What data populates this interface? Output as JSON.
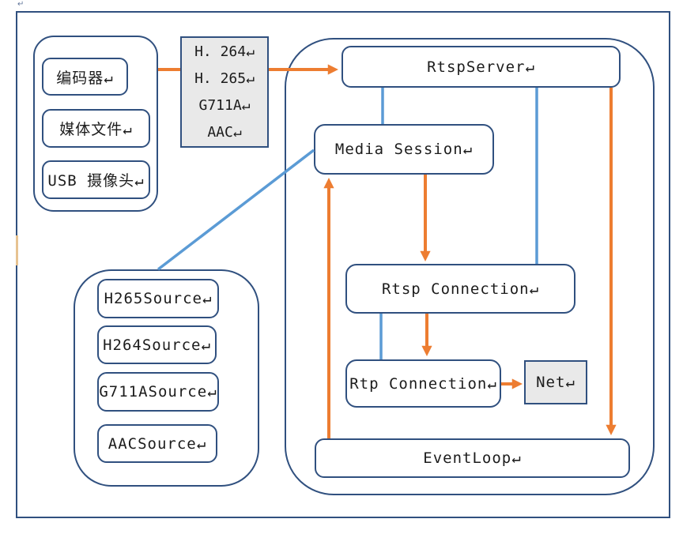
{
  "colors": {
    "border_navy": "#30507f",
    "connector_blue": "#5b9bd5",
    "connector_orange": "#ed7d31",
    "gray_fill": "#e9e9e9",
    "text": "#1c1c1c"
  },
  "page": {
    "corner_mark": "↵"
  },
  "input_group": {
    "items": [
      {
        "label": "编码器↵"
      },
      {
        "label": "媒体文件↵"
      },
      {
        "label": "USB 摄像头↵"
      }
    ]
  },
  "codec_box": {
    "lines": [
      "H. 264↵",
      "H. 265↵",
      "G711A↵",
      "AAC↵"
    ]
  },
  "server_group": {
    "rtsp_server": "RtspServer↵",
    "media_session": "Media Session↵",
    "rtsp_connection": "Rtsp Connection↵",
    "rtp_connection": "Rtp Connection↵",
    "net": "Net↵",
    "event_loop": "EventLoop↵"
  },
  "source_group": {
    "items": [
      {
        "label": "H265Source↵"
      },
      {
        "label": "H264Source↵"
      },
      {
        "label": "G711ASource↵"
      },
      {
        "label": "AACSource↵"
      }
    ]
  }
}
